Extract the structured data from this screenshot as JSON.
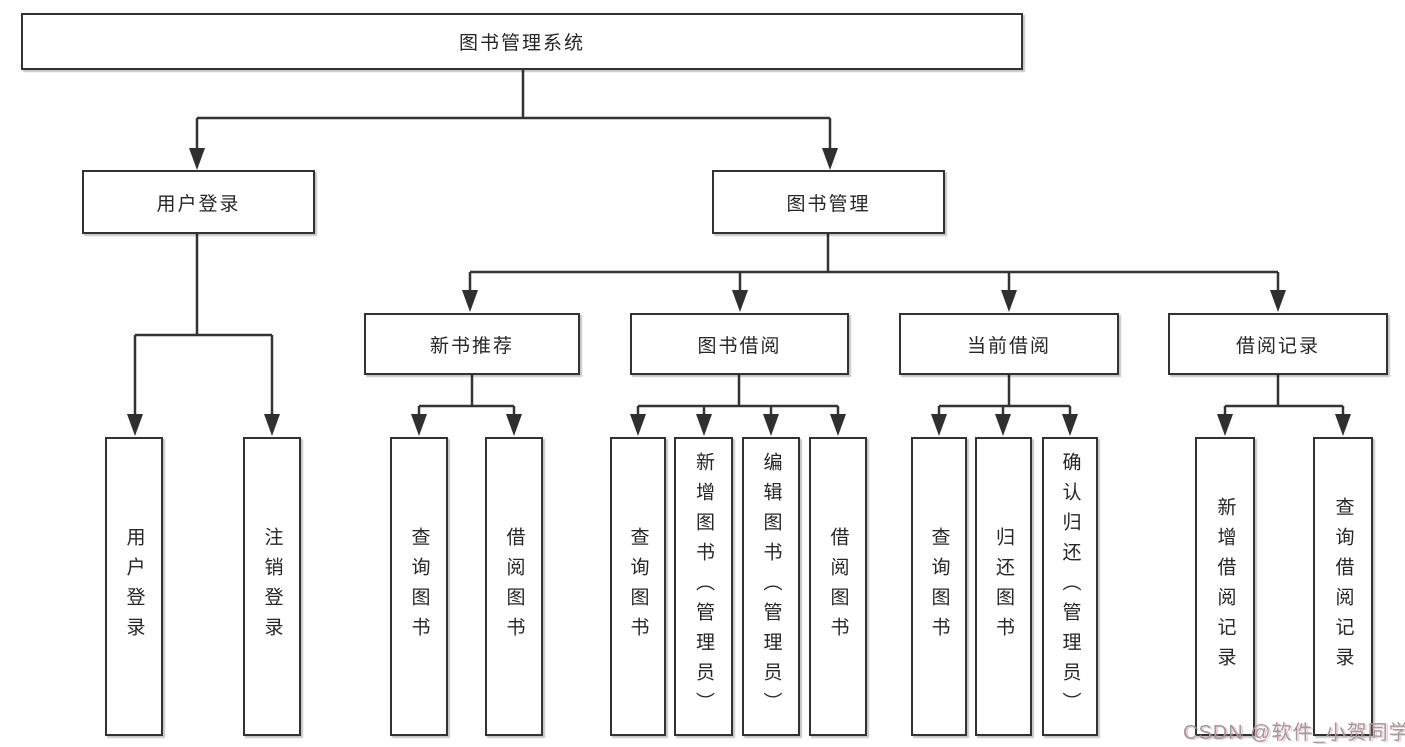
{
  "diagram": {
    "type": "hierarchy-tree",
    "colors": {
      "line": "#333333",
      "box_border": "#323232",
      "box_background": "#ffffff",
      "text": "#262626",
      "watermark": "#9c9c9c"
    },
    "tree": {
      "root": {
        "label": "图书管理系统",
        "children": [
          {
            "label": "用户登录",
            "children": [
              {
                "label": "用户登录"
              },
              {
                "label": "注销登录"
              }
            ]
          },
          {
            "label": "图书管理",
            "children": [
              {
                "label": "新书推荐",
                "children": [
                  {
                    "label": "查询图书"
                  },
                  {
                    "label": "借阅图书"
                  }
                ]
              },
              {
                "label": "图书借阅",
                "children": [
                  {
                    "label": "查询图书"
                  },
                  {
                    "label": "新增图书（管理员）"
                  },
                  {
                    "label": "编辑图书（管理员）"
                  },
                  {
                    "label": "借阅图书"
                  }
                ]
              },
              {
                "label": "当前借阅",
                "children": [
                  {
                    "label": "查询图书"
                  },
                  {
                    "label": "归还图书"
                  },
                  {
                    "label": "确认归还（管理员）"
                  }
                ]
              },
              {
                "label": "借阅记录",
                "children": [
                  {
                    "label": "新增借阅记录"
                  },
                  {
                    "label": "查询借阅记录"
                  }
                ]
              }
            ]
          }
        ]
      }
    }
  },
  "watermark": {
    "text": "CSDN @软件_小贺同学"
  }
}
